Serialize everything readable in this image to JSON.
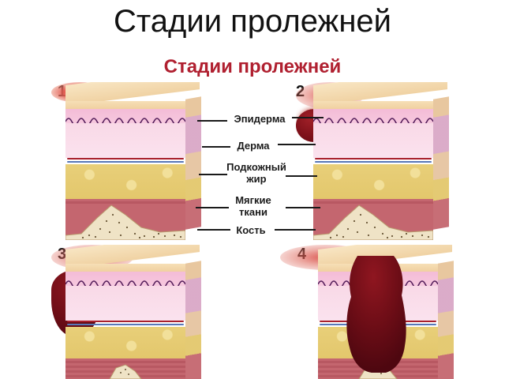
{
  "page": {
    "title": "Стадии пролежней",
    "subtitle": "Стадии пролежней",
    "title_color": "#111111",
    "subtitle_color": "#b02030",
    "background_color": "#ffffff"
  },
  "stages": [
    {
      "number": "1",
      "name": "stage-1"
    },
    {
      "number": "2",
      "name": "stage-2"
    },
    {
      "number": "3",
      "name": "stage-3"
    },
    {
      "number": "4",
      "name": "stage-4"
    }
  ],
  "labels": [
    {
      "text": "Эпидерма",
      "name": "label-epidermis"
    },
    {
      "text": "Дерма",
      "name": "label-dermis"
    },
    {
      "text": "Подкожный\nжир",
      "name": "label-subcutaneous-fat"
    },
    {
      "text": "Мягкие\nткани",
      "name": "label-soft-tissue"
    },
    {
      "text": "Кость",
      "name": "label-bone"
    }
  ],
  "layer_colors": {
    "epidermis": "#f2d6a4",
    "dermis": "#f6c8de",
    "dermis_deep": "#fae2ee",
    "fat": "#e5ca72",
    "muscle": "#c0626c",
    "bone": "#efe3c6",
    "vessel_artery": "#a8202c",
    "vessel_vein": "#5878b8",
    "ulcer_deep": "#6e0d16",
    "ulcer_redness": "#e2443c"
  }
}
